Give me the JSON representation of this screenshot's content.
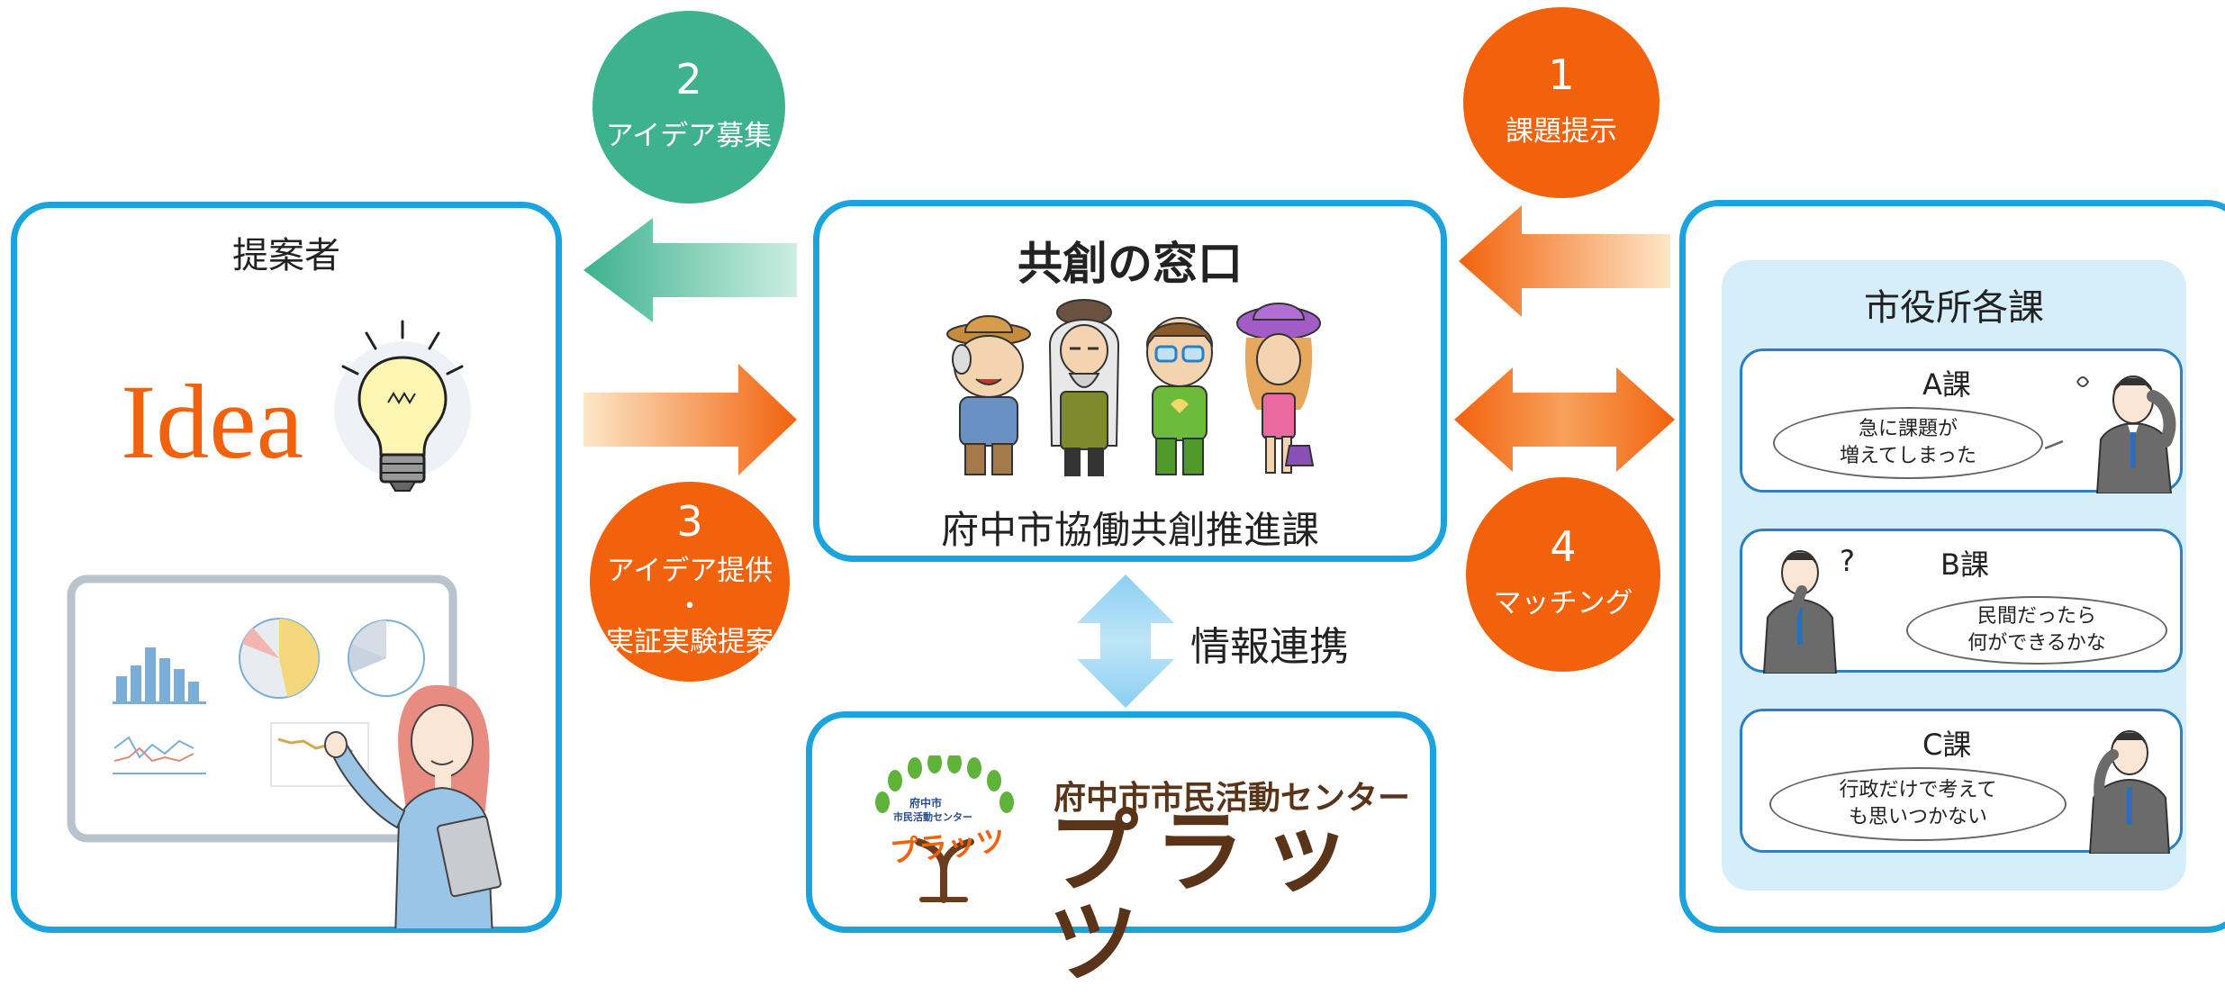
{
  "steps": [
    {
      "number": "1",
      "label": "課題提示",
      "color": "#f2620d"
    },
    {
      "number": "2",
      "label": "アイデア募集",
      "color": "#3db28d"
    },
    {
      "number": "3",
      "label_line1": "アイデア提供",
      "label_dot": "・",
      "label_line2": "実証実験提案",
      "color": "#f2620d"
    },
    {
      "number": "4",
      "label": "マッチング",
      "color": "#f2620d"
    }
  ],
  "proposer": {
    "title": "提案者",
    "idea_text": "Idea"
  },
  "center": {
    "title": "共創の窓口",
    "subtitle": "府中市協働共創推進課"
  },
  "info_link": {
    "label": "情報連携"
  },
  "platz": {
    "small_text_line1": "府中市",
    "small_text_line2": "市民活動センター",
    "logo_small": "プラッツ",
    "name_line1": "府中市市民活動センター",
    "name_line2": "プラッツ"
  },
  "city": {
    "title": "市役所各課",
    "sections": [
      {
        "name": "A課",
        "speech": "急に課題が\n増えてしまった"
      },
      {
        "name": "B課",
        "speech": "民間だったら\n何ができるかな",
        "mark": "?"
      },
      {
        "name": "C課",
        "speech": "行政だけで考えて\nも思いつかない"
      }
    ]
  },
  "colors": {
    "panel_border": "#1aa3dc",
    "orange": "#f2620d",
    "green": "#3db28d",
    "light_blue": "#d6eef9",
    "dark_blue": "#2b7fc3"
  }
}
